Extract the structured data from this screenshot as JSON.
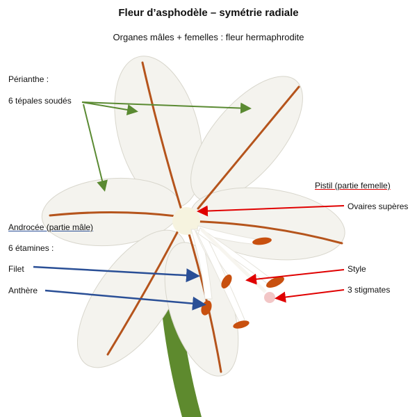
{
  "title": "Fleur d’asphodèle – symétrie radiale",
  "subtitle": "Organes mâles + femelles : fleur hermaphrodite",
  "perianth": {
    "heading": "Périanthe :",
    "tepals": "6 tépales soudés",
    "arrow_color": "#5a8a32"
  },
  "androecium": {
    "heading": "Androcée (partie mâle)",
    "stamens": "6 étamines :",
    "filament": "Filet",
    "anther": "Anthère",
    "arrow_color": "#2a4f96"
  },
  "pistil": {
    "heading": "Pistil (partie femelle)",
    "ovary": "Ovaires supères",
    "style": "Style",
    "stigmas": "3 stigmates",
    "arrow_color": "#e00000"
  },
  "colors": {
    "petal": "#f4f3ee",
    "petal_vein": "#b5541c",
    "anther": "#c8500f",
    "stem": "#5e8a2e",
    "stigma": "#f2c6c6"
  }
}
